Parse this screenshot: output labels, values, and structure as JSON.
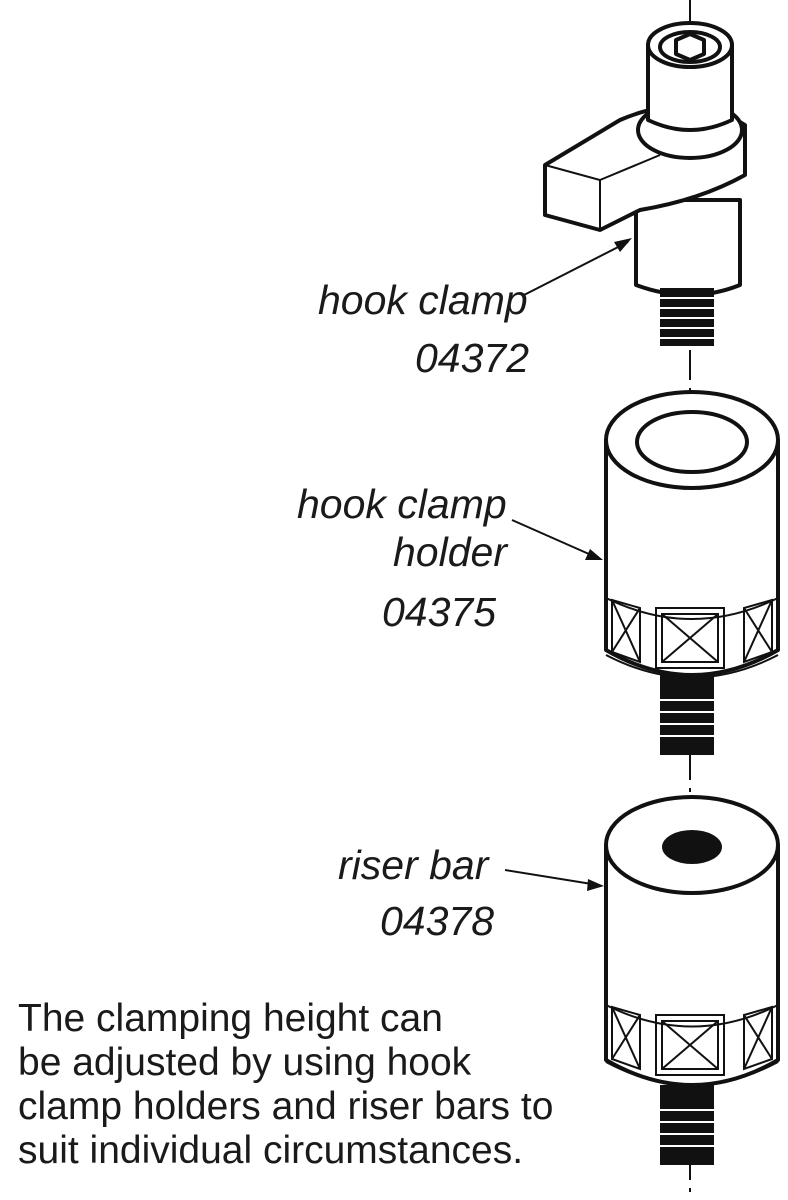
{
  "parts": [
    {
      "name": "hook clamp",
      "number": "04372"
    },
    {
      "name_line1": "hook clamp",
      "name_line2": "holder",
      "number": "04375"
    },
    {
      "name": "riser bar",
      "number": "04378"
    }
  ],
  "description": [
    "The clamping height can",
    "be adjusted by using hook",
    "clamp holders and riser bars to",
    "suit individual circumstances."
  ]
}
